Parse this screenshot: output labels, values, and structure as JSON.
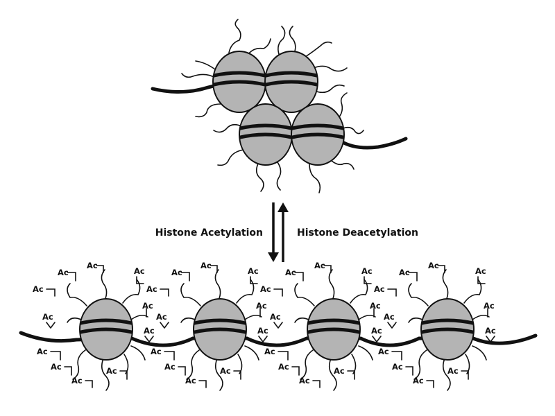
{
  "labels": {
    "acetylation": "Histone Acetylation",
    "deacetylation": "Histone Deacetylation",
    "acetyl_group": "Ac"
  },
  "colors": {
    "nucleosome_fill": "#b4b4b4",
    "line": "#111111",
    "background": "#ffffff"
  }
}
